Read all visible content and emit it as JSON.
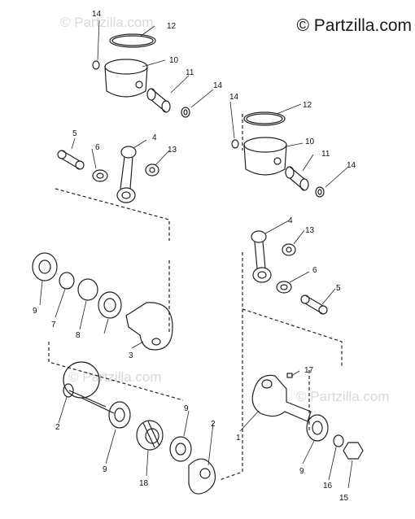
{
  "copyright": "© Partzilla.com",
  "watermarks": [
    "© Partzilla.com",
    "© Partzilla.com",
    "© Partzilla.com"
  ],
  "callouts": {
    "c1": "1",
    "c2a": "2",
    "c2b": "2",
    "c3": "3",
    "c4a": "4",
    "c4b": "4",
    "c5a": "5",
    "c5b": "5",
    "c6a": "6",
    "c6b": "6",
    "c7": "7",
    "c8": "8",
    "c9a": "9",
    "c9b": "9",
    "c9c": "9",
    "c9d": "9",
    "c10a": "10",
    "c10b": "10",
    "c11a": "11",
    "c11b": "11",
    "c12a": "12",
    "c12b": "12",
    "c13a": "13",
    "c13b": "13",
    "c14a": "14",
    "c14b": "14",
    "c14c": "14",
    "c14d": "14",
    "c15": "15",
    "c16": "16",
    "c17": "17",
    "c18": "18"
  }
}
